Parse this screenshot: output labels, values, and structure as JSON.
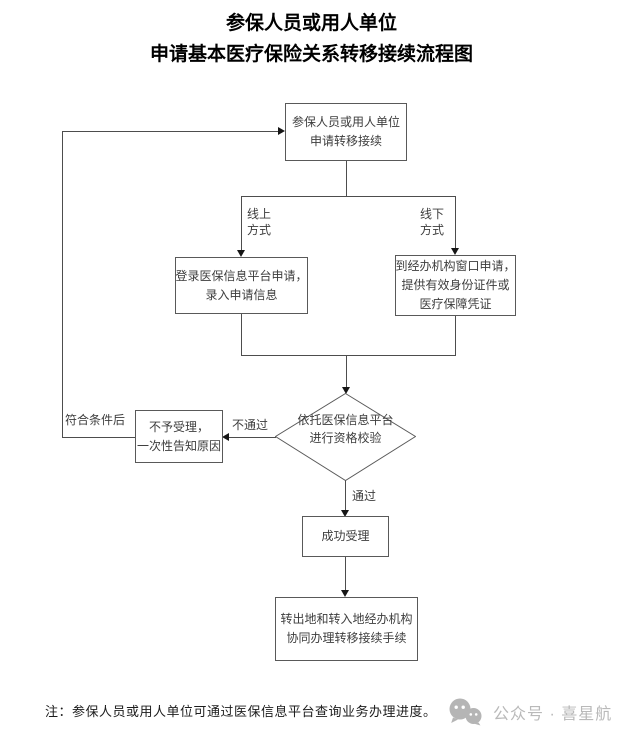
{
  "page": {
    "title_line1": "参保人员或用人单位",
    "title_line2": "申请基本医疗保险关系转移接续流程图",
    "note": "注：参保人员或用人单位可通过医保信息平台查询业务办理进度。"
  },
  "flowchart": {
    "start_box": {
      "lines": [
        "参保人员或用人单位",
        "申请转移接续"
      ]
    },
    "online_label": {
      "lines": [
        "线上",
        "方式"
      ]
    },
    "offline_label": {
      "lines": [
        "线下",
        "方式"
      ]
    },
    "online_box": {
      "lines": [
        "登录医保信息平台申请，",
        "录入申请信息"
      ]
    },
    "offline_box": {
      "lines": [
        "到经办机构窗口申请，",
        "提供有效身份证件或",
        "医疗保障凭证"
      ]
    },
    "decision": {
      "lines": [
        "依托医保信息平台",
        "进行资格校验"
      ]
    },
    "reject_box": {
      "lines": [
        "不予受理，",
        "一次性告知原因"
      ]
    },
    "success_box": {
      "lines": [
        "成功受理"
      ]
    },
    "final_box": {
      "lines": [
        "转出地和转入地经办机构",
        "协同办理转移接续手续"
      ]
    },
    "edge_labels": {
      "fail": "不通过",
      "pass": "通过",
      "requalified": "符合条件后"
    }
  },
  "watermark": {
    "icon": "wechat-icon",
    "text": "公众号 · 喜星航"
  },
  "colors": {
    "line": "#4d4d4d",
    "box_border": "#595959",
    "box_text": "#3d3d3d",
    "title_text": "#000000",
    "watermark": "#b9b9b9",
    "background": "#ffffff"
  }
}
